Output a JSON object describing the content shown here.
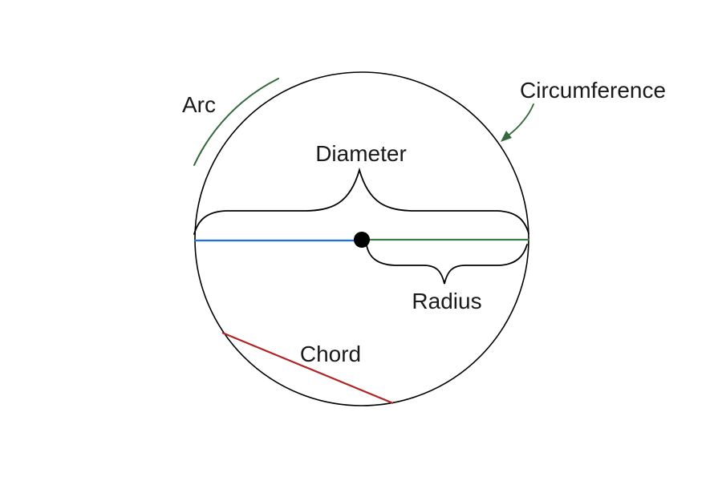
{
  "labels": {
    "arc": "Arc",
    "circumference": "Circumference",
    "diameter": "Diameter",
    "radius": "Radius",
    "chord": "Chord"
  },
  "colors": {
    "background": "#ffffff",
    "outline": "#000000",
    "text": "#1a1a1a",
    "diameter_left_segment": "#1e6fe8",
    "radius_segment": "#3f7a3f",
    "arc_highlight": "#35693d",
    "circumference_arrow": "#35693d",
    "chord": "#b22222",
    "center_dot": "#000000"
  }
}
